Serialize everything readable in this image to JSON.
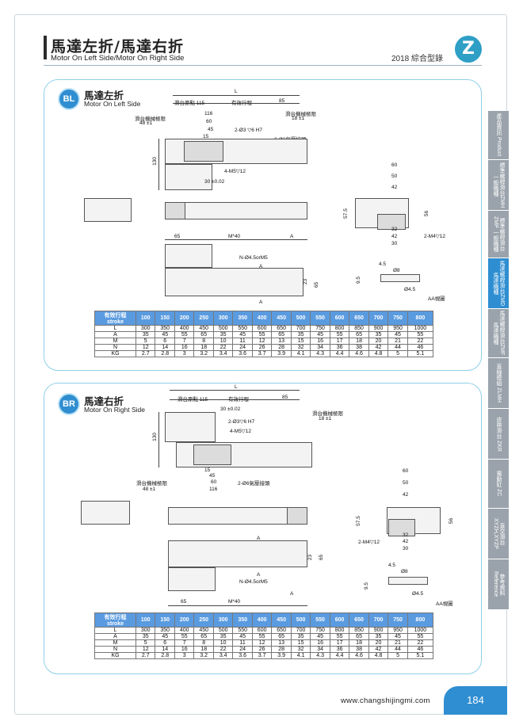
{
  "header": {
    "title": "馬達左折/馬達右折",
    "subtitle": "Motor On Left Side/Motor On Right Side",
    "catalog": "2018 綜合型錄",
    "logo_letter": "Z"
  },
  "sections": [
    {
      "badge": "BL",
      "title": "馬達左折",
      "subtitle": "Motor On Left Side",
      "labels": {
        "L": "L",
        "origin": "滑台原點 115",
        "stroke": "有效行程",
        "d85": "85",
        "slide_limit_left": "滑台機械極限",
        "slide_limit_left_val": "48 ±1",
        "slide_limit_right": "滑台機械極限",
        "slide_limit_right_val": "18 ±1",
        "d116": "116",
        "d60": "60",
        "d45": "45",
        "d15": "15",
        "pin": "2-Ø3 ▽6 H7",
        "air": "2-Ø6氣壓接頭",
        "m5": "4-M5▽12",
        "d30": "30 ±0.02",
        "d130": "130",
        "d65a": "65",
        "mx40": "M*40",
        "A1": "A",
        "holes": "N-Ø4.5orM5",
        "A2": "A",
        "A3": "A",
        "d23": "23",
        "d65b": "65",
        "e60": "60",
        "e50": "50",
        "e42": "42",
        "e575": "57.5",
        "e56": "56",
        "e32": "32",
        "e42b": "42",
        "e30": "30",
        "m4": "2-M4▽12",
        "s45": "4.5",
        "s8": "Ø8",
        "s95": "9.5",
        "s45b": "Ø4.5",
        "aa": "AA視圖"
      }
    },
    {
      "badge": "BR",
      "title": "馬達右折",
      "subtitle": "Motor On Right Side",
      "labels": {
        "L": "L",
        "origin": "滑台原點 115",
        "stroke": "有效行程",
        "d85": "85",
        "d30": "30 ±0.02",
        "pin": "2-Ø3▽6 H7",
        "m5": "4-M5▽12",
        "slide_limit_right": "滑台機械極限",
        "slide_limit_right_val": "18 ±1",
        "d130": "130",
        "slide_limit_left": "滑台機械極限",
        "slide_limit_left_val": "48 ±1",
        "d15": "15",
        "d45": "45",
        "d60": "60",
        "d116": "116",
        "air": "2-Ø6氣壓接頭",
        "e60": "60",
        "e50": "50",
        "e42": "42",
        "e575": "57.5",
        "e56": "56",
        "m4": "2-M4▽12",
        "e32": "32",
        "e42b": "42",
        "e30": "30",
        "A1": "A",
        "d23": "23",
        "d65b": "65",
        "holes": "N-Ø4.5orM5",
        "A2": "A",
        "A3": "A",
        "d65a": "65",
        "mx40": "M*40",
        "s45": "4.5",
        "s8": "Ø8",
        "s95": "9.5",
        "s45b": "Ø4.5",
        "aa": "AA視圖"
      }
    }
  ],
  "table": {
    "header_zh": "有效行程",
    "header_en": "stroke",
    "strokes": [
      "100",
      "150",
      "200",
      "250",
      "300",
      "350",
      "400",
      "450",
      "500",
      "550",
      "600",
      "650",
      "700",
      "750",
      "800"
    ],
    "rows": [
      {
        "label": "L",
        "values": [
          "300",
          "350",
          "400",
          "450",
          "500",
          "550",
          "600",
          "650",
          "700",
          "750",
          "800",
          "850",
          "900",
          "950",
          "1000"
        ]
      },
      {
        "label": "A",
        "values": [
          "35",
          "45",
          "55",
          "65",
          "35",
          "45",
          "55",
          "65",
          "35",
          "45",
          "55",
          "65",
          "35",
          "45",
          "55"
        ]
      },
      {
        "label": "M",
        "values": [
          "5",
          "6",
          "7",
          "8",
          "10",
          "11",
          "12",
          "13",
          "15",
          "16",
          "17",
          "18",
          "20",
          "21",
          "22"
        ]
      },
      {
        "label": "N",
        "values": [
          "12",
          "14",
          "16",
          "18",
          "22",
          "24",
          "26",
          "28",
          "32",
          "34",
          "36",
          "38",
          "42",
          "44",
          "46"
        ]
      },
      {
        "label": "KG",
        "values": [
          "2.7",
          "2.8",
          "3",
          "3.2",
          "3.4",
          "3.6",
          "3.7",
          "3.9",
          "4.1",
          "4.3",
          "4.4",
          "4.6",
          "4.8",
          "5",
          "5.1"
        ]
      }
    ]
  },
  "side_tabs": [
    {
      "label": "產品資訊 Product",
      "active": false
    },
    {
      "label": "標準螺桿滑台ZMH 一般機種",
      "active": false
    },
    {
      "label": "標準螺桿滑台ZMP 一般機種",
      "active": false
    },
    {
      "label": "馬達螺桿滑台ZMD 馬達機種",
      "active": true
    },
    {
      "label": "馬達螺桿滑台ZMF 馬達機種",
      "active": false
    },
    {
      "label": "直線模組 ZLMH",
      "active": false
    },
    {
      "label": "皮帶滑台 ZKR",
      "active": false
    },
    {
      "label": "電動缸 ZC",
      "active": false
    },
    {
      "label": "直交滑台 XYZH,XYZP",
      "active": false
    },
    {
      "label": "參考資料 Reference",
      "active": false
    }
  ],
  "footer": {
    "url": "www.changshijingmi.com",
    "page": "184"
  },
  "colors": {
    "accent": "#2f8ed1",
    "panel_border": "#8fd0e8",
    "table_header": "#5a9be0",
    "tab_grey": "#9aa3ab"
  }
}
